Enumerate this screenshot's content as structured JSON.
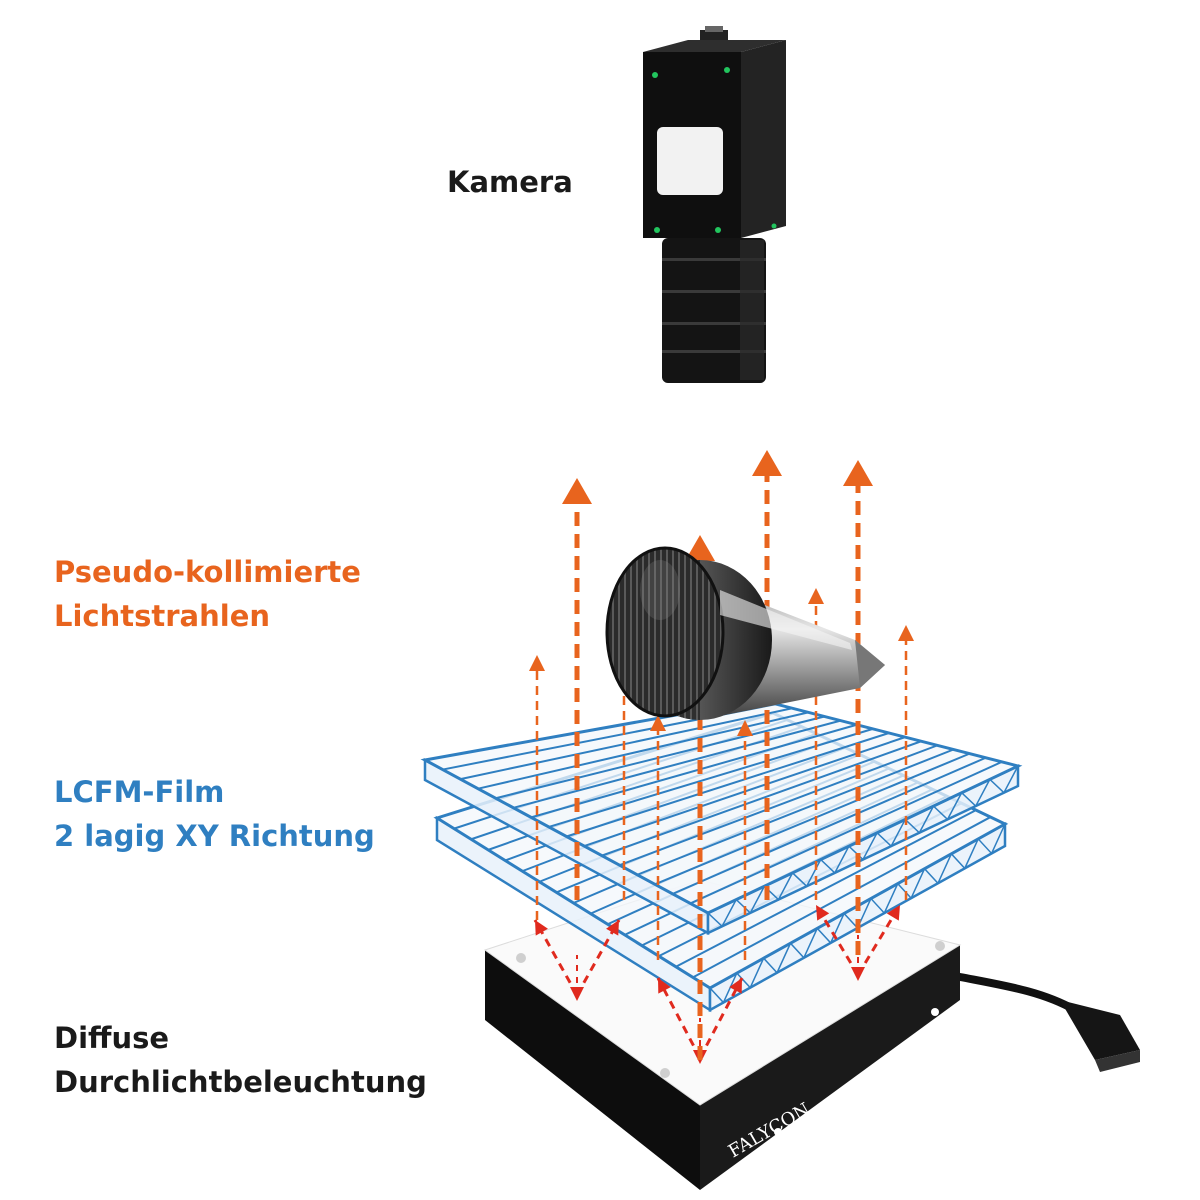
{
  "colors": {
    "ray_orange": "#e8641e",
    "ray_red": "#e02a1e",
    "film_blue": "#2f7fc1",
    "text_dark": "#1a1a1a",
    "device_black": "#111111",
    "camera_led_green": "#22c55e"
  },
  "camera": {
    "label": "Kamera",
    "icon": "industrial-camera-icon"
  },
  "rays": {
    "label_line1": "Pseudo-kollimierte",
    "label_line2": "Lichtstrahlen"
  },
  "film": {
    "label_line1": "LCFM-Film",
    "label_line2": "2 lagig XY Richtung"
  },
  "backlight": {
    "label_line1": "Diffuse",
    "label_line2": "Durchlichtbeleuchtung",
    "brand": "FALYCON"
  },
  "object": {
    "icon": "knurled-knob-icon"
  }
}
